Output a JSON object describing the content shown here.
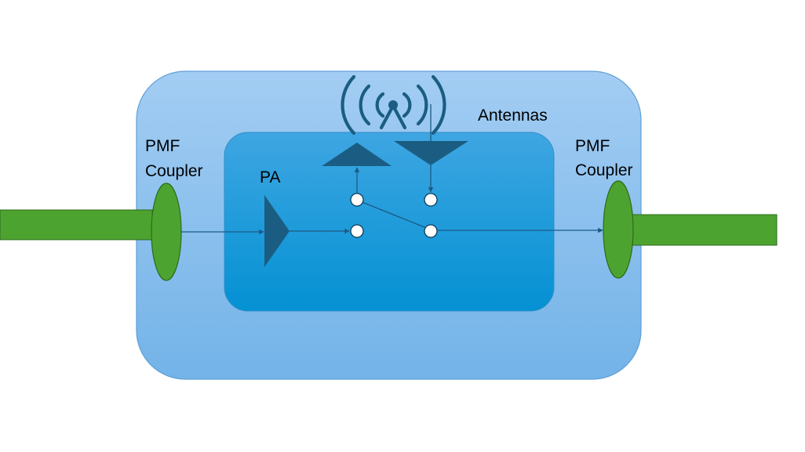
{
  "labels": {
    "left_coupler_line1": "PMF",
    "left_coupler_line2": "Coupler",
    "right_coupler_line1": "PMF",
    "right_coupler_line2": "Coupler",
    "amplifier": "PA",
    "antennas": "Antennas"
  },
  "colors": {
    "outer_box_top": "#a3cdf3",
    "outer_box_bottom": "#73b3e8",
    "inner_box_top": "#3ea6e2",
    "inner_box_bottom": "#0491d3",
    "fiber_green": "#4da32f",
    "component_dark_blue": "#1b5d82",
    "line_blue": "#1c5a85",
    "switch_node_fill": "#ffffff"
  },
  "icons": {
    "antenna": "antenna-signal-icon"
  }
}
